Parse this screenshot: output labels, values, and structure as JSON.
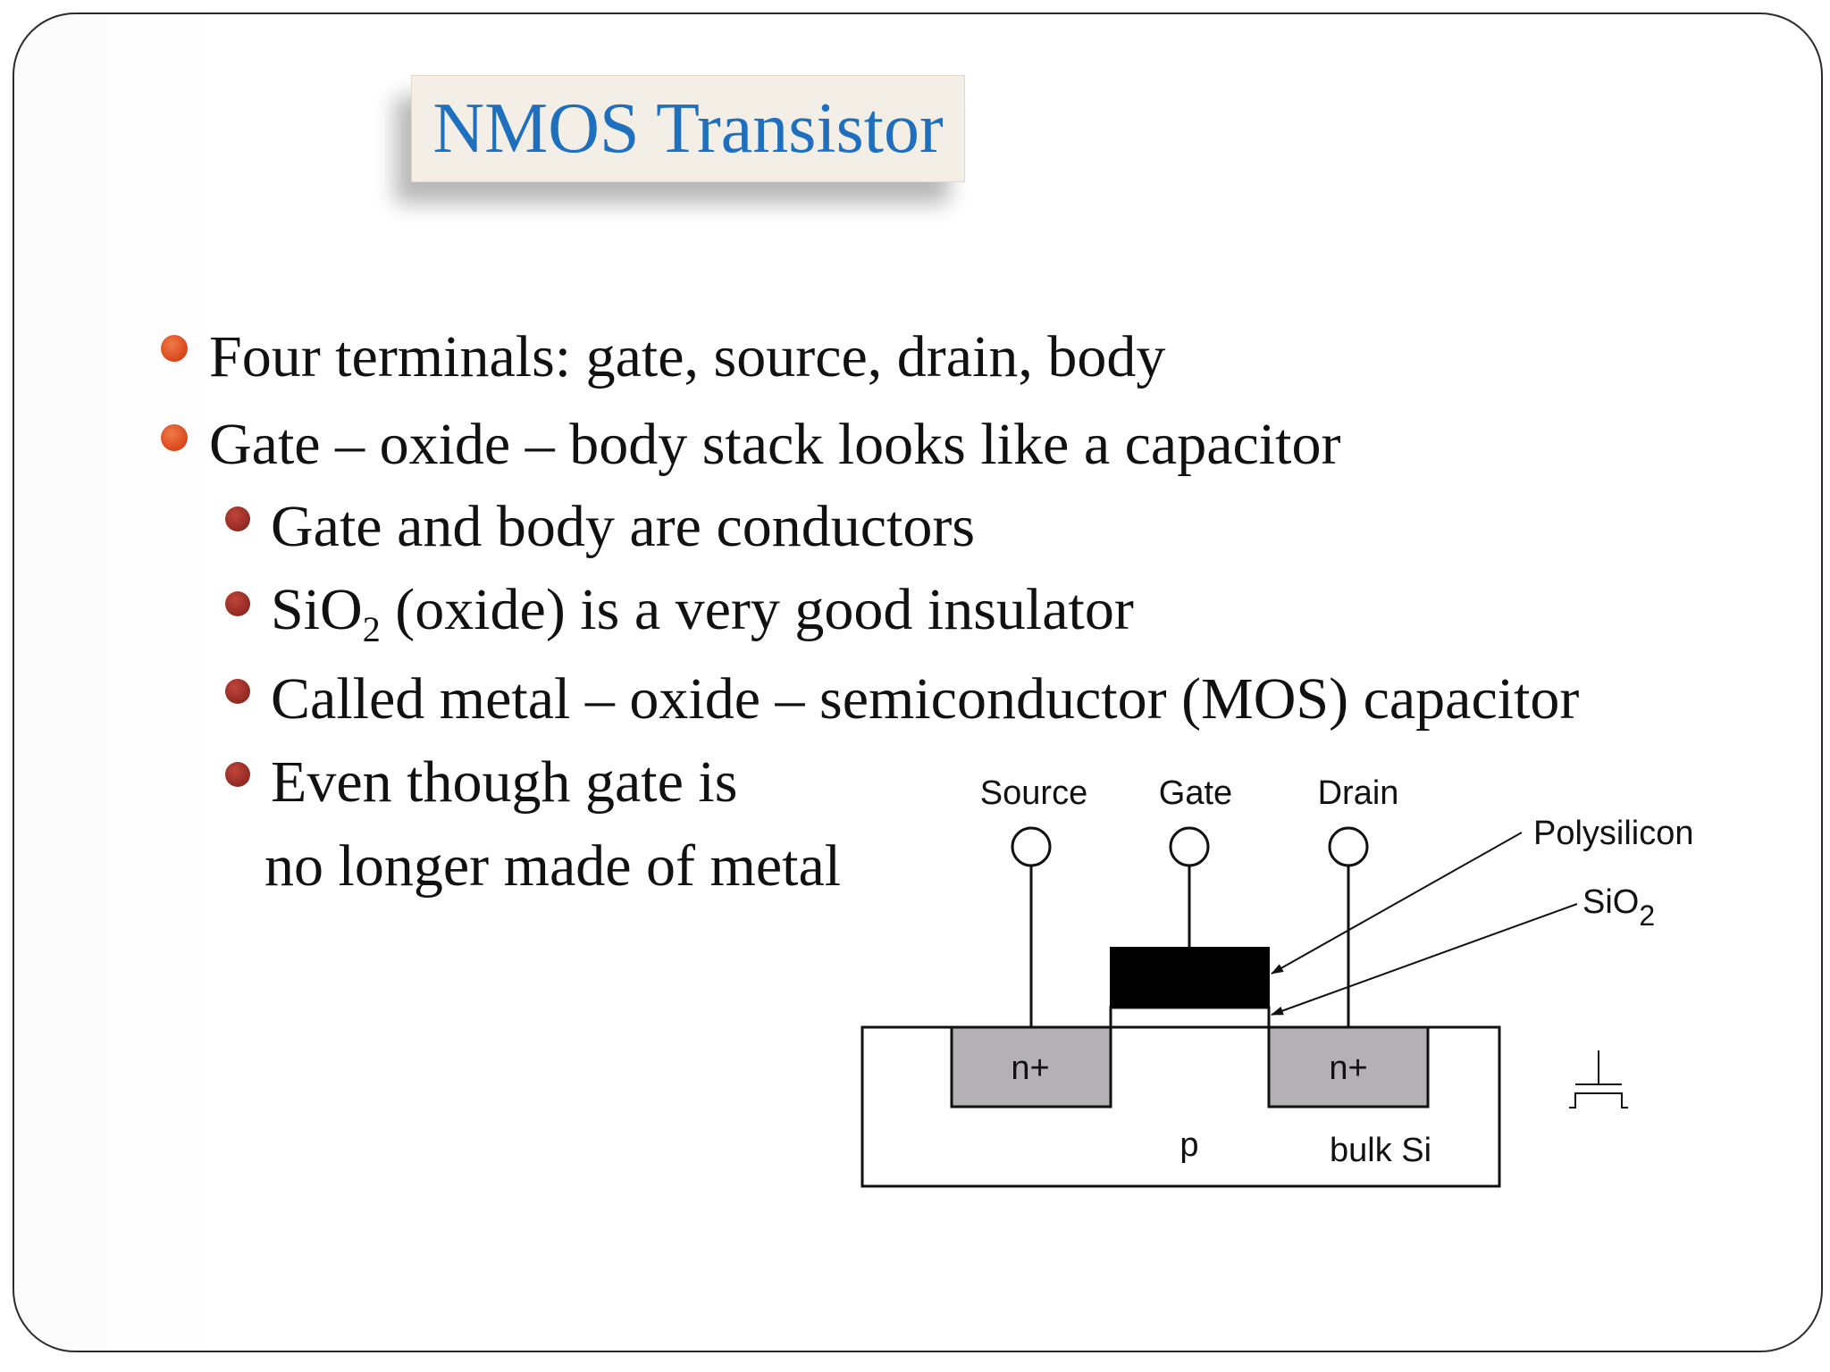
{
  "title": "NMOS Transistor",
  "bullets": {
    "b1": "Four terminals: gate, source, drain, body",
    "b2": "Gate – oxide – body stack looks like a capacitor",
    "b3": "Gate and body are conductors",
    "b4_main": "SiO",
    "b4_sub": "2",
    "b4_rest": " (oxide) is a very good insulator",
    "b5": "Called metal – oxide – semiconductor (MOS) capacitor",
    "b6_line1": "Even though gate is",
    "b6_line2": "no longer made of metal"
  },
  "diagram": {
    "terminal_source": "Source",
    "terminal_gate": "Gate",
    "terminal_drain": "Drain",
    "label_polysilicon": "Polysilicon",
    "label_sio2_main": "SiO",
    "label_sio2_sub": "2",
    "n_left": "n+",
    "n_right": "n+",
    "p_label": "p",
    "bulk_label": "bulk Si"
  },
  "colors": {
    "title_text": "#1f6fbf",
    "bullet_level1": "#d9461a",
    "bullet_level2": "#8f2a22",
    "diffusion_fill": "#b3b1b4"
  }
}
